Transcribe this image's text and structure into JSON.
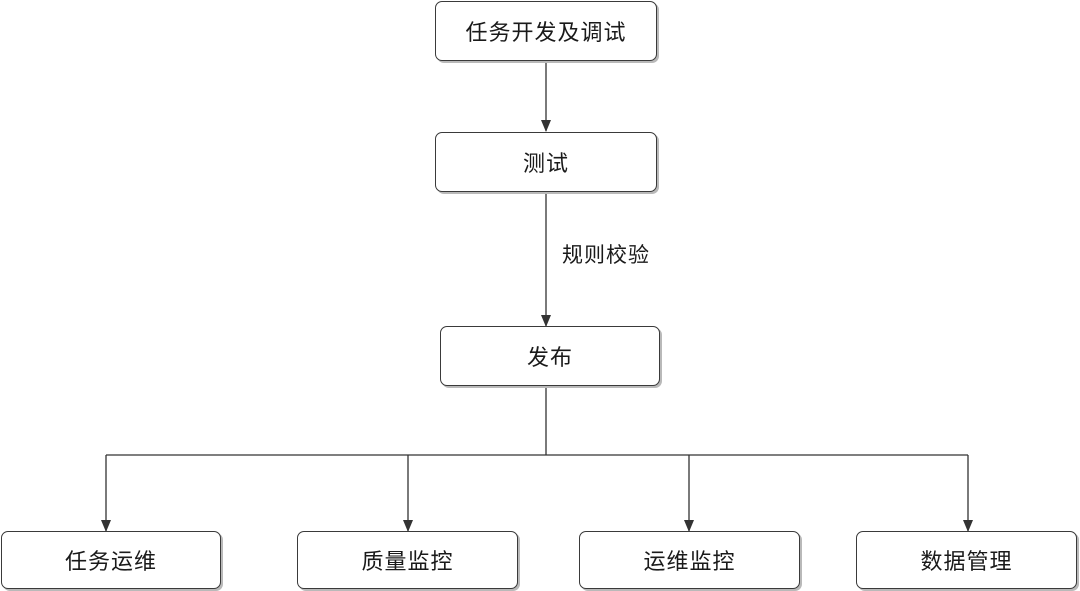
{
  "nodes": {
    "dev": "任务开发及调试",
    "test": "测试",
    "publish": "发布",
    "task_ops": "任务运维",
    "quality_monitor": "质量监控",
    "ops_monitor": "运维监控",
    "data_manage": "数据管理"
  },
  "edges": {
    "test_to_publish_label": "规则校验"
  },
  "colors": {
    "line": "#333333",
    "border": "#3a3a3a",
    "shadow": "#b9b9b9",
    "text": "#1a1a1a"
  }
}
